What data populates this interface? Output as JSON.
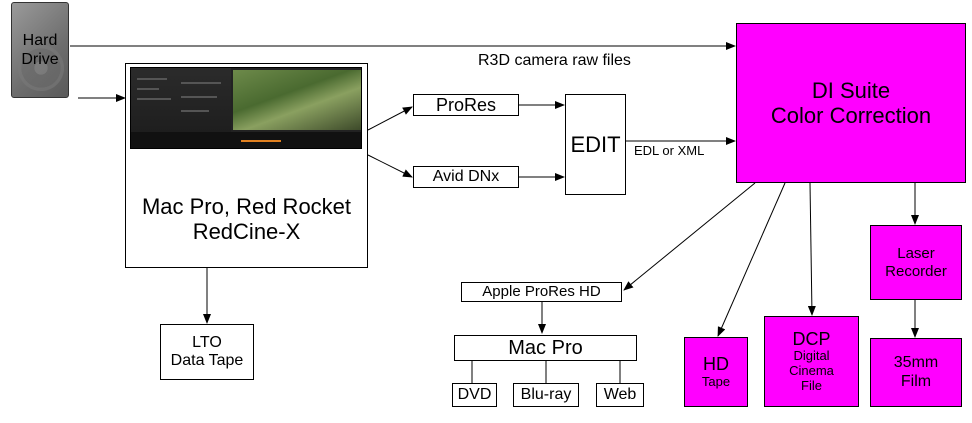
{
  "diagram": {
    "nodes": {
      "hard_drive": {
        "line1": "Hard",
        "line2": "Drive"
      },
      "mac_pro_red": {
        "line1": "Mac Pro, Red Rocket",
        "line2": "RedCine-X"
      },
      "lto": {
        "line1": "LTO",
        "line2": "Data Tape"
      },
      "prores": {
        "label": "ProRes"
      },
      "avid": {
        "label": "Avid DNx"
      },
      "edit": {
        "label": "EDIT"
      },
      "di_suite": {
        "line1": "DI Suite",
        "line2": "Color Correction"
      },
      "apple_prores_hd": {
        "label": "Apple ProRes HD"
      },
      "mac_pro": {
        "label": "Mac Pro"
      },
      "dvd": {
        "label": "DVD"
      },
      "bluray": {
        "label": "Blu-ray"
      },
      "web": {
        "label": "Web"
      },
      "hd_tape": {
        "line1": "HD",
        "line2": "Tape"
      },
      "dcp": {
        "line1": "DCP",
        "line2": "Digital",
        "line3": "Cinema",
        "line4": "File"
      },
      "laser": {
        "line1": "Laser",
        "line2": "Recorder"
      },
      "film": {
        "line1": "35mm",
        "line2": "Film"
      }
    },
    "edge_labels": {
      "r3d": "R3D camera raw files",
      "edl": "EDL or XML"
    },
    "colors": {
      "highlight": "#ff00ff",
      "stroke": "#000000"
    }
  }
}
